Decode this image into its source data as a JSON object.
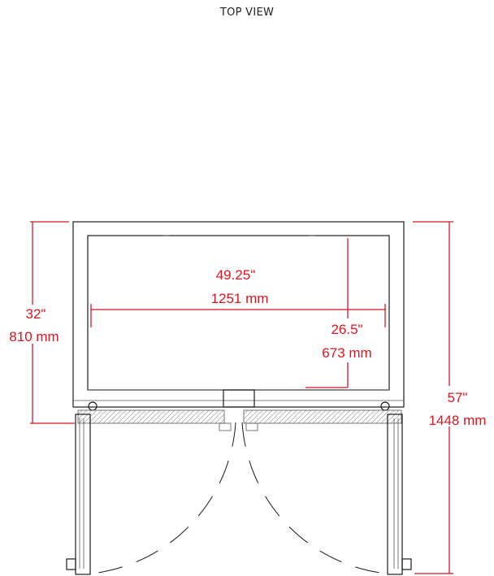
{
  "title": "TOP VIEW",
  "dimensions": {
    "width": {
      "in": "49.25\"",
      "mm": "1251 mm"
    },
    "depth_inner": {
      "in": "26.5\"",
      "mm": "673 mm"
    },
    "depth_body": {
      "in": "32\"",
      "mm": "810 mm"
    },
    "depth_total": {
      "in": "57\"",
      "mm": "1448 mm"
    }
  },
  "colors": {
    "dimension": "#d8161f",
    "outline": "#1a1a1a"
  }
}
